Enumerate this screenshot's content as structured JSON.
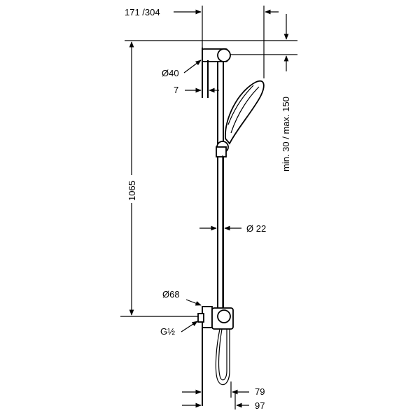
{
  "dimensions": {
    "top_width": "171 /304",
    "ring_diameter": "Ø40",
    "offset": "7",
    "height_range": "min. 30 / max. 150",
    "rail_height": "1065",
    "rail_diameter": "Ø 22",
    "flange_diameter": "Ø68",
    "thread": "G½",
    "bottom_79": "79",
    "bottom_97": "97"
  },
  "icons": {
    "arrow": "arrow-icon"
  }
}
